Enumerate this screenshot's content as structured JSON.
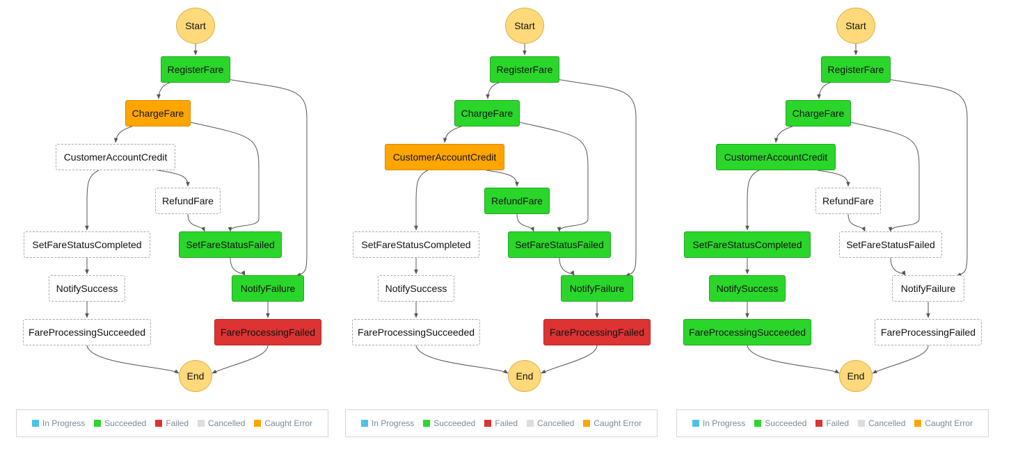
{
  "colors": {
    "in_progress": "#4cc3e6",
    "succeeded": "#2bd62b",
    "failed": "#dd3333",
    "cancelled": "#dddddd",
    "caught_error": "#ffa500",
    "terminal": "#ffd97a",
    "edge": "#555555"
  },
  "legend": [
    {
      "key": "in_progress",
      "label": "In Progress"
    },
    {
      "key": "succeeded",
      "label": "Succeeded"
    },
    {
      "key": "failed",
      "label": "Failed"
    },
    {
      "key": "cancelled",
      "label": "Cancelled"
    },
    {
      "key": "caught_error",
      "label": "Caught Error"
    }
  ],
  "graphs": [
    {
      "states": {
        "Start": "terminal",
        "RegisterFare": "succeeded",
        "ChargeFare": "caught",
        "CustomerAccountCredit": "notrun",
        "RefundFare": "notrun",
        "SetFareStatusCompleted": "notrun",
        "SetFareStatusFailed": "succeeded",
        "NotifySuccess": "notrun",
        "NotifyFailure": "succeeded",
        "FareProcessingSucceeded": "notrun",
        "FareProcessingFailed": "failed",
        "End": "terminal"
      }
    },
    {
      "states": {
        "Start": "terminal",
        "RegisterFare": "succeeded",
        "ChargeFare": "succeeded",
        "CustomerAccountCredit": "caught",
        "RefundFare": "succeeded",
        "SetFareStatusCompleted": "notrun",
        "SetFareStatusFailed": "succeeded",
        "NotifySuccess": "notrun",
        "NotifyFailure": "succeeded",
        "FareProcessingSucceeded": "notrun",
        "FareProcessingFailed": "failed",
        "End": "terminal"
      }
    },
    {
      "states": {
        "Start": "terminal",
        "RegisterFare": "succeeded",
        "ChargeFare": "succeeded",
        "CustomerAccountCredit": "succeeded",
        "RefundFare": "notrun",
        "SetFareStatusCompleted": "succeeded",
        "SetFareStatusFailed": "notrun",
        "NotifySuccess": "succeeded",
        "NotifyFailure": "notrun",
        "FareProcessingSucceeded": "succeeded",
        "FareProcessingFailed": "notrun",
        "End": "terminal"
      }
    }
  ]
}
